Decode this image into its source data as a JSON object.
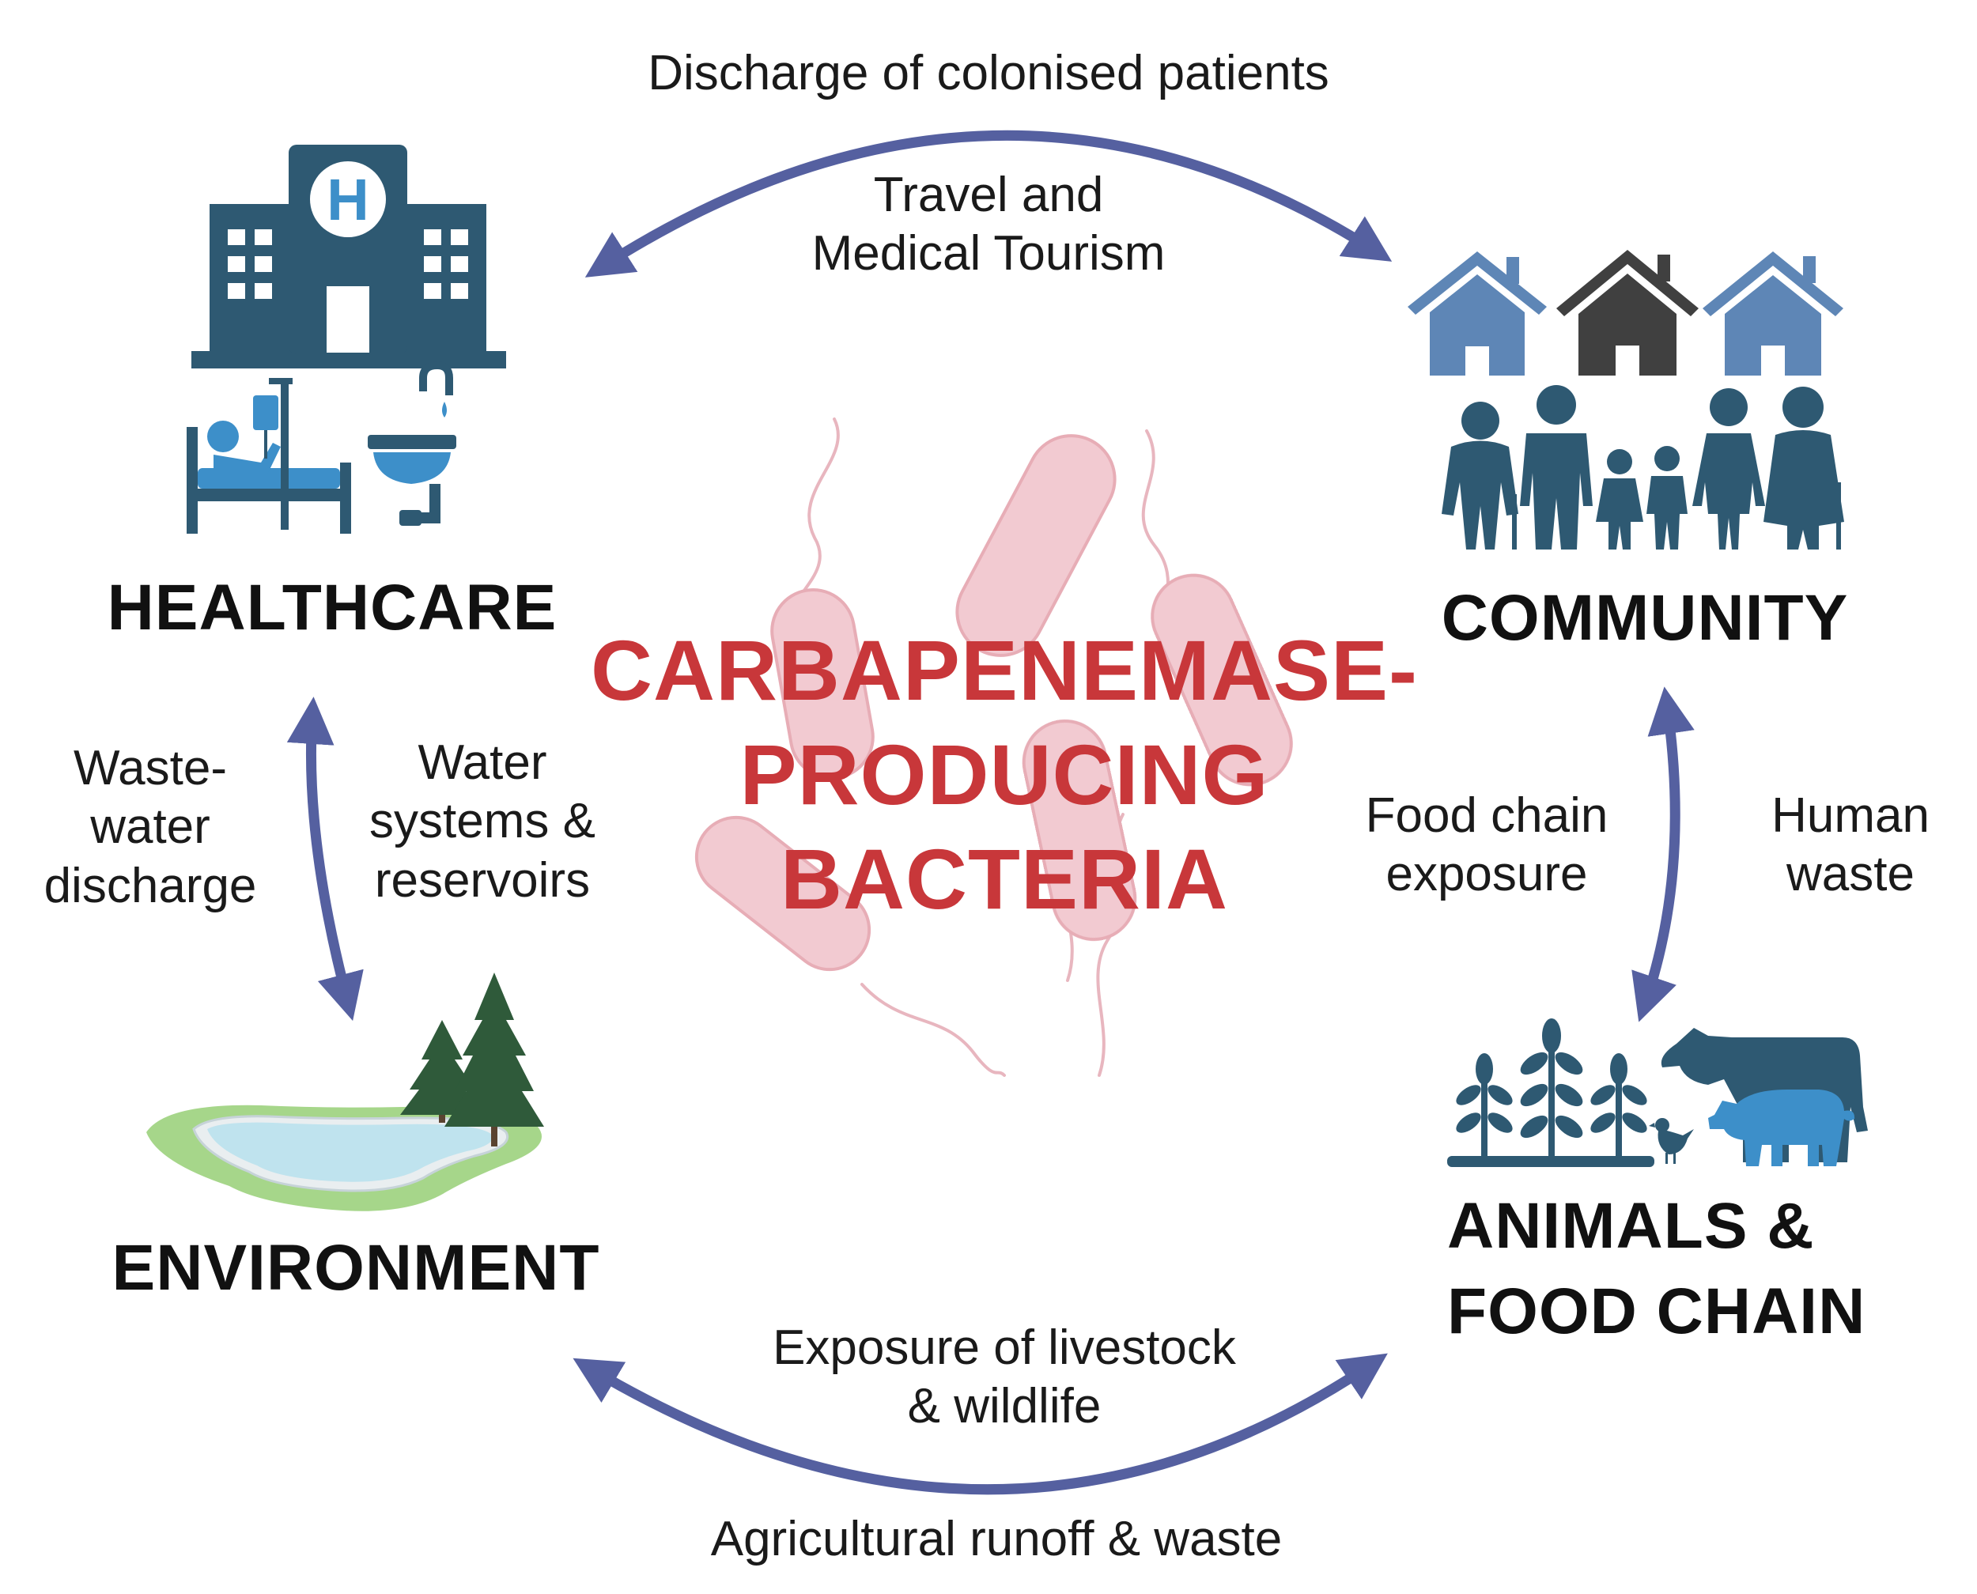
{
  "center_title": [
    "CARBAPENEMASE-",
    "PRODUCING",
    "BACTERIA"
  ],
  "nodes": {
    "healthcare": "HEALTHCARE",
    "community": "COMMUNITY",
    "environment": "ENVIRONMENT",
    "animals": [
      "ANIMALS &",
      "FOOD CHAIN"
    ]
  },
  "edges": {
    "top_outer": "Discharge of colonised patients",
    "top_inner": [
      "Travel and",
      "Medical Tourism"
    ],
    "left_outer": [
      "Waste-",
      "water",
      "discharge"
    ],
    "left_inner": [
      "Water",
      "systems &",
      "reservoirs"
    ],
    "right_inner": [
      "Food chain",
      "exposure"
    ],
    "right_outer": [
      "Human",
      "waste"
    ],
    "bottom_inner": [
      "Exposure of livestock",
      "& wildlife"
    ],
    "bottom_outer": "Agricultural runoff & waste"
  },
  "colors": {
    "arrow": "#5560a0",
    "title_red": "#c8373a",
    "icon_dark": "#2e5972",
    "icon_blue": "#3d8fc9",
    "house_blue": "#5e86b6",
    "house_dark": "#404040",
    "bacteria_pink": "#f2c8cf",
    "water_blue": "#bfe3ee",
    "grass_green": "#a6d68a",
    "tree_green": "#2f5a3a"
  },
  "icons": [
    "hospital-building-icon",
    "patient-bed-icon",
    "sink-icon",
    "houses-icon",
    "family-people-icon",
    "plants-icon",
    "cow-icon",
    "pig-icon",
    "chicken-icon",
    "pond-icon",
    "pine-trees-icon",
    "bacteria-icon"
  ]
}
